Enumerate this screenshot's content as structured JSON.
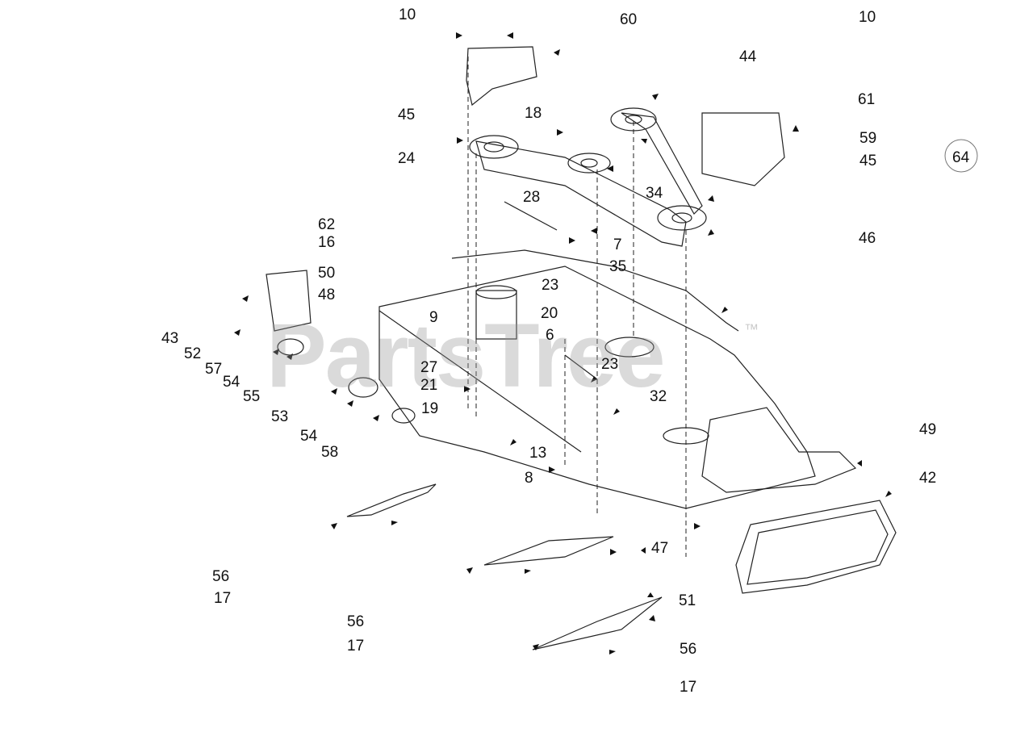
{
  "watermark": {
    "brand": "PartsTree",
    "trademark": "™"
  },
  "callouts": [
    {
      "id": "c10a",
      "text": "10"
    },
    {
      "id": "c60",
      "text": "60"
    },
    {
      "id": "c10b",
      "text": "10"
    },
    {
      "id": "c44",
      "text": "44"
    },
    {
      "id": "c61",
      "text": "61"
    },
    {
      "id": "c45a",
      "text": "45"
    },
    {
      "id": "c18",
      "text": "18"
    },
    {
      "id": "c59",
      "text": "59"
    },
    {
      "id": "c45b",
      "text": "45"
    },
    {
      "id": "c64",
      "text": "64"
    },
    {
      "id": "c24",
      "text": "24"
    },
    {
      "id": "c34",
      "text": "34"
    },
    {
      "id": "c28",
      "text": "28"
    },
    {
      "id": "c62",
      "text": "62"
    },
    {
      "id": "c46",
      "text": "46"
    },
    {
      "id": "c16",
      "text": "16"
    },
    {
      "id": "c7",
      "text": "7"
    },
    {
      "id": "c50",
      "text": "50"
    },
    {
      "id": "c35",
      "text": "35"
    },
    {
      "id": "c48",
      "text": "48"
    },
    {
      "id": "c23a",
      "text": "23"
    },
    {
      "id": "c9",
      "text": "9"
    },
    {
      "id": "c20",
      "text": "20"
    },
    {
      "id": "c43",
      "text": "43"
    },
    {
      "id": "c6",
      "text": "6"
    },
    {
      "id": "c52",
      "text": "52"
    },
    {
      "id": "c57",
      "text": "57"
    },
    {
      "id": "c27",
      "text": "27"
    },
    {
      "id": "c23b",
      "text": "23"
    },
    {
      "id": "c54a",
      "text": "54"
    },
    {
      "id": "c21",
      "text": "21"
    },
    {
      "id": "c55",
      "text": "55"
    },
    {
      "id": "c32",
      "text": "32"
    },
    {
      "id": "c19",
      "text": "19"
    },
    {
      "id": "c53",
      "text": "53"
    },
    {
      "id": "c49",
      "text": "49"
    },
    {
      "id": "c54b",
      "text": "54"
    },
    {
      "id": "c58",
      "text": "58"
    },
    {
      "id": "c13",
      "text": "13"
    },
    {
      "id": "c8",
      "text": "8"
    },
    {
      "id": "c42",
      "text": "42"
    },
    {
      "id": "c47",
      "text": "47"
    },
    {
      "id": "c56a",
      "text": "56"
    },
    {
      "id": "c17a",
      "text": "17"
    },
    {
      "id": "c51",
      "text": "51"
    },
    {
      "id": "c56b",
      "text": "56"
    },
    {
      "id": "c17b",
      "text": "17"
    },
    {
      "id": "c56c",
      "text": "56"
    },
    {
      "id": "c17c",
      "text": "17"
    }
  ]
}
